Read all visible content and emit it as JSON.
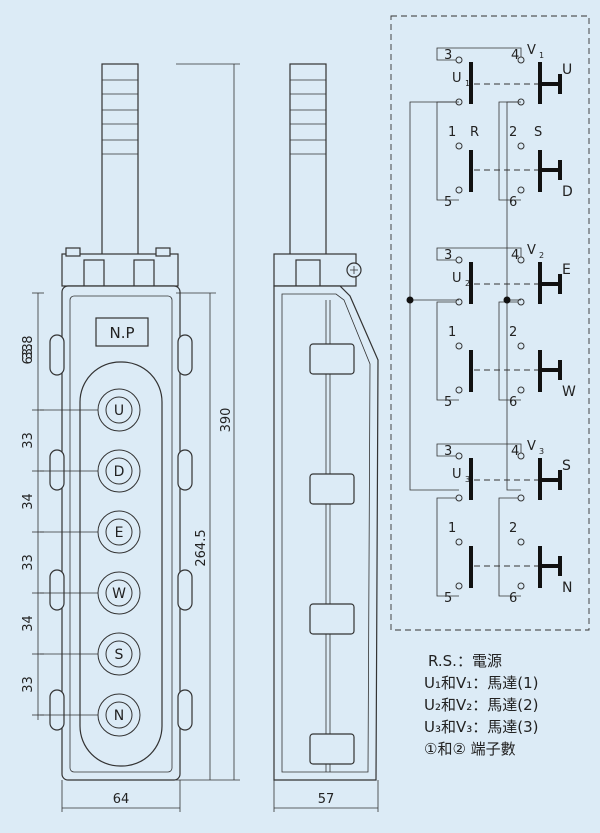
{
  "front_view": {
    "nameplate": "N.P",
    "buttons": [
      "U",
      "D",
      "E",
      "W",
      "S",
      "N"
    ],
    "dims": {
      "top_gap": "63.8",
      "pitches": [
        "33",
        "33",
        "34",
        "33",
        "34",
        "33"
      ],
      "inner_height": "264.5",
      "total_height": "390",
      "width": "64"
    }
  },
  "side_view": {
    "depth": "57"
  },
  "circuit": {
    "blocks": [
      {
        "motor_label": "U",
        "motor_sub": "1",
        "top_left": "3",
        "top_right": "4",
        "mid_left": "1",
        "mid_right": "2",
        "bot_left": "5",
        "bot_right": "6",
        "btn_top": "U",
        "btn_bottom": "D",
        "rs_left": "R",
        "rs_right": "S"
      },
      {
        "motor_label": "U",
        "motor_sub": "2",
        "top_left": "3",
        "top_right": "4",
        "mid_left": "1",
        "mid_right": "2",
        "bot_left": "5",
        "bot_right": "6",
        "btn_top": "E",
        "btn_bottom": "W",
        "rs_left": "",
        "rs_right": ""
      },
      {
        "motor_label": "U",
        "motor_sub": "3",
        "top_left": "3",
        "top_right": "4",
        "mid_left": "1",
        "mid_right": "2",
        "bot_left": "5",
        "bot_right": "6",
        "btn_top": "S",
        "btn_bottom": "N",
        "rs_left": "",
        "rs_right": ""
      }
    ],
    "v_label": "V"
  },
  "legend": {
    "items": [
      "R.S.：電源",
      "U₁和V₁：馬達(1)",
      "U₂和V₂：馬達(2)",
      "U₃和V₃：馬達(3)",
      "①和② 端子數"
    ]
  }
}
